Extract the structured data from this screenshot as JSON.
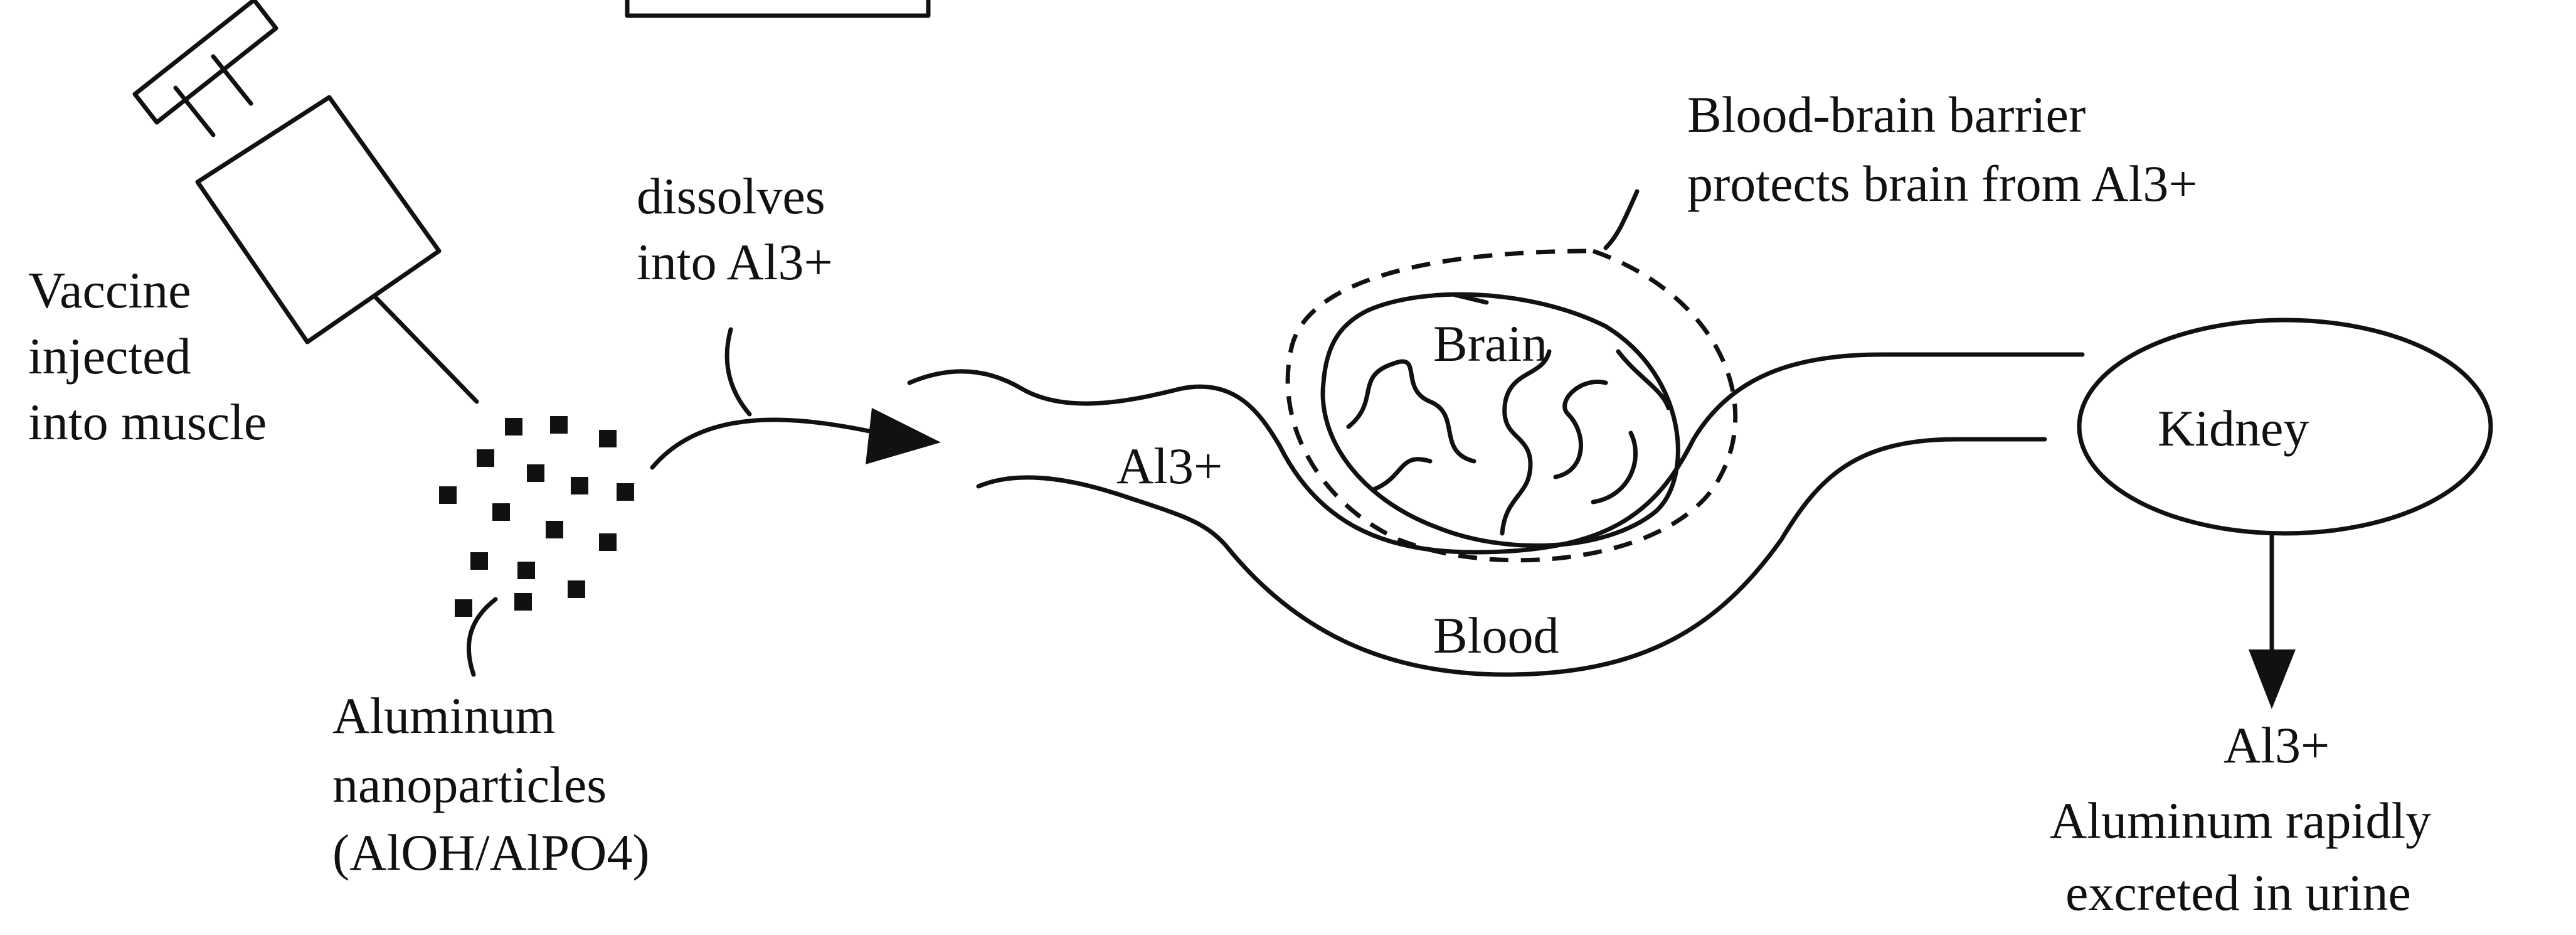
{
  "labels": {
    "vaccine": [
      "Vaccine",
      "injected",
      "into muscle"
    ],
    "nanoparticles": [
      "Aluminum",
      "nanoparticles",
      "(AlOH/AlPO4)"
    ],
    "dissolves": [
      "dissolves",
      "into Al3+"
    ],
    "bbb": [
      "Blood-brain barrier",
      "protects brain from Al3+"
    ],
    "brain": "Brain",
    "blood_ion": "Al3+",
    "blood": "Blood",
    "kidney": "Kidney",
    "urine_ion": "Al3+",
    "excretion": [
      "Aluminum rapidly",
      "excreted in urine"
    ]
  },
  "icons": {
    "syringe": "syringe-icon",
    "particles": "nanoparticle-cluster",
    "brain": "brain-outline",
    "kidney": "kidney-ellipse"
  },
  "colors": {
    "ink": "#111111",
    "background": "#ffffff"
  }
}
